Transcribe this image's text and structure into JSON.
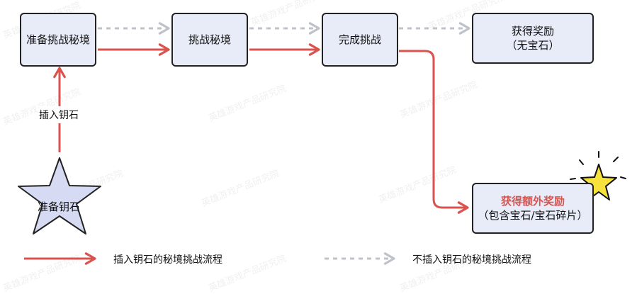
{
  "nodes": {
    "prepare": "准备挑战秘境",
    "challenge": "挑战秘境",
    "complete": "完成挑战",
    "reward_plain_line1": "获得奖励",
    "reward_plain_line2": "（无宝石）",
    "reward_extra_line1": "获得额外奖励",
    "reward_extra_line2": "（包含宝石/宝石碎片）",
    "star": "准备钥石"
  },
  "edge_labels": {
    "insert_key": "插入钥石"
  },
  "legend": {
    "solid_label": "插入钥石的秘境挑战流程",
    "dashed_label": "不插入钥石的秘境挑战流程"
  },
  "watermark": "英雄游戏产品研究院",
  "colors": {
    "solid_arrow": "#d9534f",
    "dashed_arrow": "#bfc3c9",
    "box_fill": "#e8ecf8",
    "star_fill": "#d6dbf3",
    "burst_fill": "#f6e23a",
    "highlight_text": "#d9534f"
  }
}
